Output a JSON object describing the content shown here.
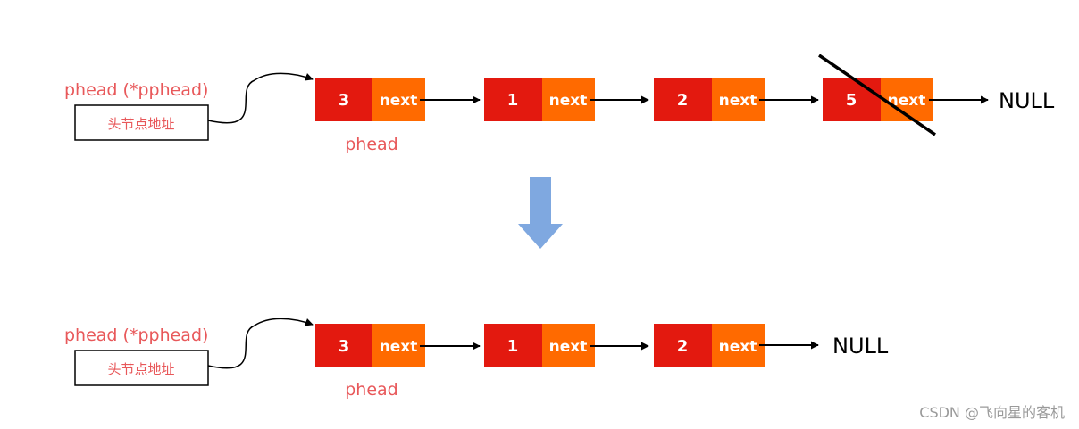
{
  "colors": {
    "value_cell": "#e3190f",
    "next_cell": "#ff6a00",
    "label": "#e8585a",
    "arrow_down": "#7fa8e0",
    "line": "#000000"
  },
  "top": {
    "pointer_label": "phead (*pphead)",
    "box_label": "头节点地址",
    "head_label": "phead",
    "nodes": [
      {
        "value": "3",
        "next": "next"
      },
      {
        "value": "1",
        "next": "next"
      },
      {
        "value": "2",
        "next": "next"
      },
      {
        "value": "5",
        "next": "next",
        "deleted": true
      }
    ],
    "null_label": "NULL"
  },
  "bottom": {
    "pointer_label": "phead (*pphead)",
    "box_label": "头节点地址",
    "head_label": "phead",
    "nodes": [
      {
        "value": "3",
        "next": "next"
      },
      {
        "value": "1",
        "next": "next"
      },
      {
        "value": "2",
        "next": "next"
      }
    ],
    "null_label": "NULL"
  },
  "transition_icon": "arrow-down-icon",
  "watermark": "CSDN @飞向星的客机"
}
